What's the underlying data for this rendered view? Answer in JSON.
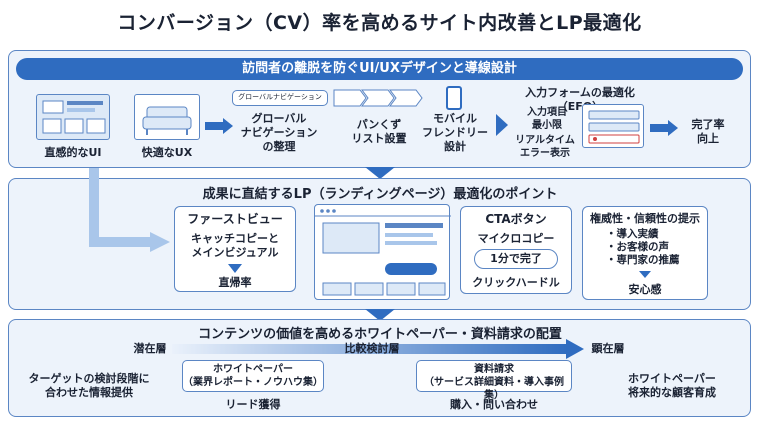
{
  "title": "コンバージョン（CV）率を高めるサイト内改善とLP最適化",
  "section1": {
    "banner": "訪問者の離脱を防ぐUI/UXデザインと導線設計",
    "intuitive_ui": "直感的なUI",
    "comfortable_ux": "快適なUX",
    "global_nav_bar": "グローバルナビゲーション",
    "global_nav": [
      "グローバル",
      "ナビゲーション",
      "の整理"
    ],
    "breadcrumb": [
      "パンくず",
      "リスト設置"
    ],
    "mobile": [
      "モバイル",
      "フレンドリー",
      "設計"
    ],
    "efo_title": "入力フォームの最適化（EFO）",
    "efo_items1": [
      "入力項目",
      "最小限"
    ],
    "efo_items2": [
      "リアルタイム",
      "エラー表示"
    ],
    "completion": [
      "完了率",
      "向上"
    ]
  },
  "section2": {
    "title": "成果に直結するLP（ランディングページ）最適化のポイント",
    "first_view": {
      "title": "ファーストビュー",
      "body": [
        "キャッチコピーと",
        "メインビジュアル"
      ],
      "result": "直帰率"
    },
    "cta": {
      "title": "CTAボタン",
      "micro": "マイクロコピー",
      "button": "1分で完了",
      "result": "クリックハードル"
    },
    "authority": {
      "title": "権威性・信頼性の提示",
      "items": [
        "・導入実績",
        "・お客様の声",
        "・専門家の推薦"
      ],
      "result": "安心感"
    }
  },
  "section3": {
    "title": "コンテンツの価値を高めるホワイトペーパー・資料請求の配置",
    "latent": "潜在層",
    "comparison": "比較検討層",
    "manifest": "顕在層",
    "left_text": [
      "ターゲットの検討段階に",
      "合わせた情報提供"
    ],
    "wp_box": [
      "ホワイトペーパー",
      "（業界レポート・ノウハウ集）"
    ],
    "wp_result": "リード獲得",
    "doc_box": [
      "資料請求",
      "（サービス詳細資料・導入事例集）"
    ],
    "doc_result": "購入・問い合わせ",
    "right_text": [
      "ホワイトペーパー",
      "将来的な顧客育成"
    ]
  },
  "colors": {
    "primary": "#2f6cc0",
    "panel": "#edf3fb",
    "border": "#5b86c4",
    "light": "#a9c6ea"
  }
}
